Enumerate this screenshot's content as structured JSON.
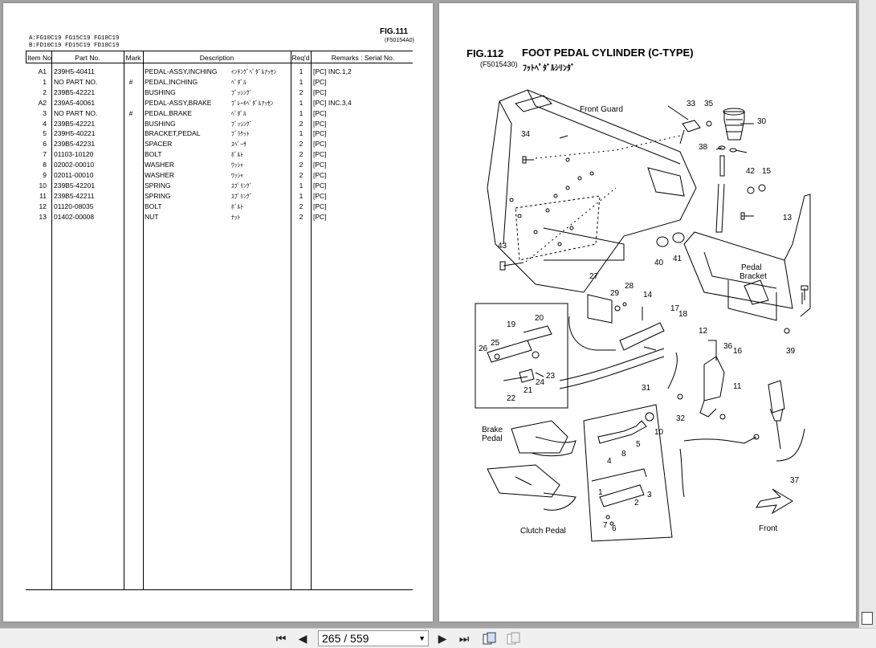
{
  "left_page": {
    "fig_number": "FIG.111",
    "fig_code": "(F50154A0)",
    "models_a": "A:FG10C19 FG15C19 FG18C19",
    "models_b": "B:FD10C19 FD15C19 FD18C19",
    "headers": {
      "item": "Item No",
      "part": "Part No.",
      "mark": "Mark",
      "desc": "Description",
      "req": "Req'd",
      "remarks": "Remarks : Serial No."
    },
    "rows": [
      {
        "item": "A1",
        "part": "239H5-40411",
        "mark": "",
        "desc": "PEDAL-ASSY,INCHING",
        "jp": "ｲﾝﾁﾝｸﾞﾍﾟﾀﾞﾙｱｯｾﾝ",
        "req": "1",
        "remarks": "[PC] INC.1,2"
      },
      {
        "item": "1",
        "part": "NO PART NO.",
        "mark": "#",
        "desc": "PEDAL,INCHING",
        "jp": "ﾍﾟﾀﾞﾙ",
        "req": "1",
        "remarks": "[PC]"
      },
      {
        "item": "2",
        "part": "239B5-42221",
        "mark": "",
        "desc": "BUSHING",
        "jp": "ﾌﾞｯｼﾝｸﾞ",
        "req": "2",
        "remarks": "[PC]"
      },
      {
        "item": "A2",
        "part": "239A5-40061",
        "mark": "",
        "desc": "PEDAL-ASSY,BRAKE",
        "jp": "ﾌﾞﾚｰｷﾍﾟﾀﾞﾙｱｯｾﾝ",
        "req": "1",
        "remarks": "[PC] INC.3,4"
      },
      {
        "item": "3",
        "part": "NO PART NO.",
        "mark": "#",
        "desc": "PEDAL,BRAKE",
        "jp": "ﾍﾟﾀﾞﾙ",
        "req": "1",
        "remarks": "[PC]"
      },
      {
        "item": "4",
        "part": "239B5-42221",
        "mark": "",
        "desc": "BUSHING",
        "jp": "ﾌﾞｯｼﾝｸﾞ",
        "req": "2",
        "remarks": "[PC]"
      },
      {
        "item": "5",
        "part": "239H5-40221",
        "mark": "",
        "desc": "BRACKET,PEDAL",
        "jp": "ﾌﾞﾗｹｯﾄ",
        "req": "1",
        "remarks": "[PC]"
      },
      {
        "item": "6",
        "part": "239B5-42231",
        "mark": "",
        "desc": "SPACER",
        "jp": "ｽﾍﾟｰｻ",
        "req": "2",
        "remarks": "[PC]"
      },
      {
        "item": "7",
        "part": "01103-10120",
        "mark": "",
        "desc": "BOLT",
        "jp": "ﾎﾞﾙﾄ",
        "req": "2",
        "remarks": "[PC]"
      },
      {
        "item": "8",
        "part": "02002-00010",
        "mark": "",
        "desc": "WASHER",
        "jp": "ﾜｯｼｬ",
        "req": "2",
        "remarks": "[PC]"
      },
      {
        "item": "9",
        "part": "02011-00010",
        "mark": "",
        "desc": "WASHER",
        "jp": "ﾜｯｼｬ",
        "req": "2",
        "remarks": "[PC]"
      },
      {
        "item": "10",
        "part": "239B5-42201",
        "mark": "",
        "desc": "SPRING",
        "jp": "ｽﾌﾟﾘﾝｸﾞ",
        "req": "1",
        "remarks": "[PC]"
      },
      {
        "item": "11",
        "part": "239B5-42211",
        "mark": "",
        "desc": "SPRING",
        "jp": "ｽﾌﾟﾘﾝｸﾞ",
        "req": "1",
        "remarks": "[PC]"
      },
      {
        "item": "12",
        "part": "01120-08035",
        "mark": "",
        "desc": "BOLT",
        "jp": "ﾎﾞﾙﾄ",
        "req": "2",
        "remarks": "[PC]"
      },
      {
        "item": "13",
        "part": "01402-00008",
        "mark": "",
        "desc": "NUT",
        "jp": "ﾅｯﾄ",
        "req": "2",
        "remarks": "[PC]"
      }
    ]
  },
  "right_page": {
    "fig_number": "FIG.112",
    "title": "FOOT PEDAL CYLINDER (C-TYPE)",
    "fig_code": "(F5015430)",
    "title_jp": "ﾌｯﾄﾍﾟﾀﾞﾙｼﾘﾝﾀﾞ",
    "labels": {
      "front_guard": "Front Guard",
      "pedal_bracket_1": "Pedal",
      "pedal_bracket_2": "Bracket",
      "brake_pedal_1": "Brake",
      "brake_pedal_2": "Pedal",
      "clutch_pedal": "Clutch Pedal",
      "front": "Front"
    },
    "callouts": [
      "1",
      "2",
      "3",
      "4",
      "5",
      "6",
      "7",
      "8",
      "10",
      "11",
      "12",
      "13",
      "14",
      "15",
      "16",
      "17",
      "18",
      "19",
      "20",
      "21",
      "22",
      "23",
      "24",
      "25",
      "26",
      "27",
      "28",
      "29",
      "30",
      "31",
      "32",
      "33",
      "34",
      "35",
      "36",
      "37",
      "38",
      "39",
      "40",
      "41",
      "42",
      "43"
    ]
  },
  "toolbar": {
    "page_display": "265 / 559",
    "icons": [
      "first-page-icon",
      "prev-page-icon",
      "next-page-icon",
      "last-page-icon",
      "fit-page-icon",
      "two-page-icon"
    ]
  }
}
